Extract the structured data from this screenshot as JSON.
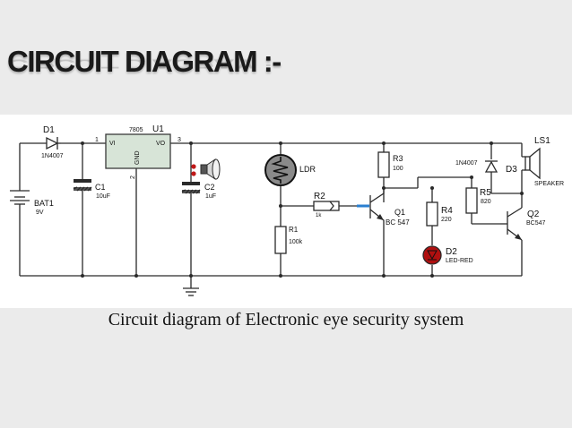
{
  "slide": {
    "title": "CIRCUIT DIAGRAM :-",
    "caption": "Circuit diagram of Electronic eye security system"
  },
  "circuit": {
    "d1": {
      "ref": "D1",
      "value": "1N4007"
    },
    "bat1": {
      "ref": "BAT1",
      "value": "9V"
    },
    "c1": {
      "ref": "C1",
      "value": "10uF"
    },
    "u1": {
      "ref": "U1",
      "part": "7805",
      "vi": "VI",
      "vo": "VO",
      "gnd": "GND",
      "pin1": "1",
      "pin2": "2",
      "pin3": "3"
    },
    "c2": {
      "ref": "C2",
      "value": "1uF"
    },
    "ldr": {
      "label": "LDR"
    },
    "r1": {
      "ref": "R1",
      "value": "100k"
    },
    "r2": {
      "ref": "R2",
      "value": "1k"
    },
    "r3": {
      "ref": "R3",
      "value": "100"
    },
    "q1": {
      "ref": "Q1",
      "value": "BC 547"
    },
    "r4": {
      "ref": "R4",
      "value": "220"
    },
    "d2": {
      "ref": "D2",
      "value": "LED-RED"
    },
    "d3": {
      "ref": "D3",
      "value": "1N4007"
    },
    "r5": {
      "ref": "R5",
      "value": "820"
    },
    "q2": {
      "ref": "Q2",
      "value": "BC547"
    },
    "ls1": {
      "ref": "LS1",
      "value": "SPEAKER"
    }
  },
  "colors": {
    "led": "#b01010",
    "q1_highlight": "#2a7fd0",
    "c2_dots": "#c01818"
  }
}
